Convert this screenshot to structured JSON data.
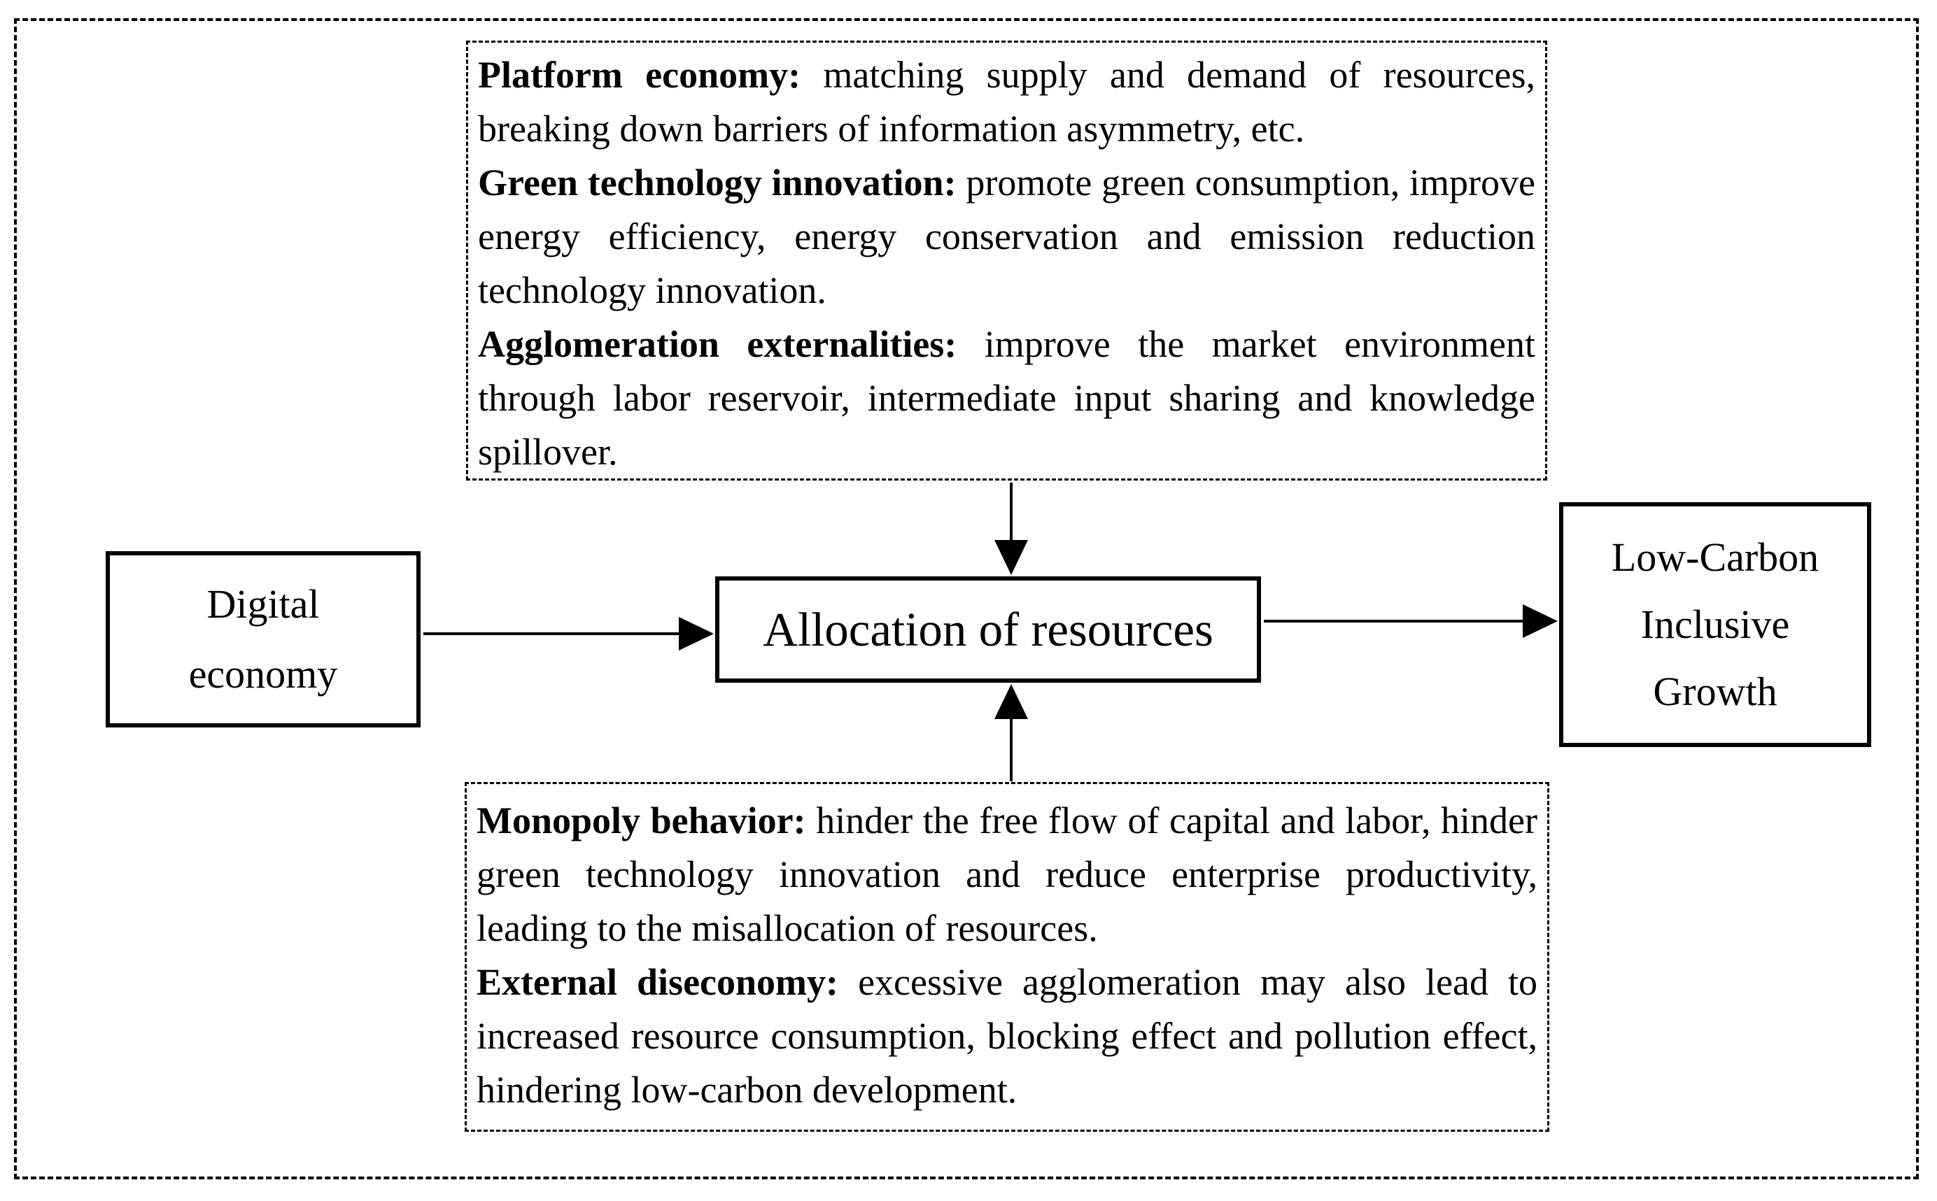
{
  "figure": {
    "colors": {
      "ink": "#000000",
      "background": "#ffffff"
    },
    "top_mechanisms": {
      "items": [
        {
          "term": "Platform economy:",
          "description": "matching supply and demand of resources, breaking down barriers of information asymmetry, etc."
        },
        {
          "term": "Green technology innovation:",
          "description": "promote green consumption, improve energy efficiency, energy conservation and emission reduction technology innovation."
        },
        {
          "term": "Agglomeration externalities:",
          "description": "improve the market environment through labor reservoir, intermediate input sharing and knowledge spillover."
        }
      ]
    },
    "bottom_mechanisms": {
      "items": [
        {
          "term": "Monopoly behavior:",
          "description": "hinder the free flow of capital and labor, hinder green technology innovation and reduce enterprise productivity, leading to the misallocation of resources."
        },
        {
          "term": "External diseconomy:",
          "description": "excessive agglomeration may also lead to increased resource consumption, blocking effect and pollution effect, hindering low-carbon development."
        }
      ]
    },
    "nodes": {
      "digital_economy": {
        "line1": "Digital",
        "line2": "economy"
      },
      "allocation_of_resources": {
        "label": "Allocation of resources"
      },
      "low_carbon_inclusive_growth": {
        "line1": "Low-Carbon",
        "line2": "Inclusive",
        "line3": "Growth"
      }
    }
  }
}
